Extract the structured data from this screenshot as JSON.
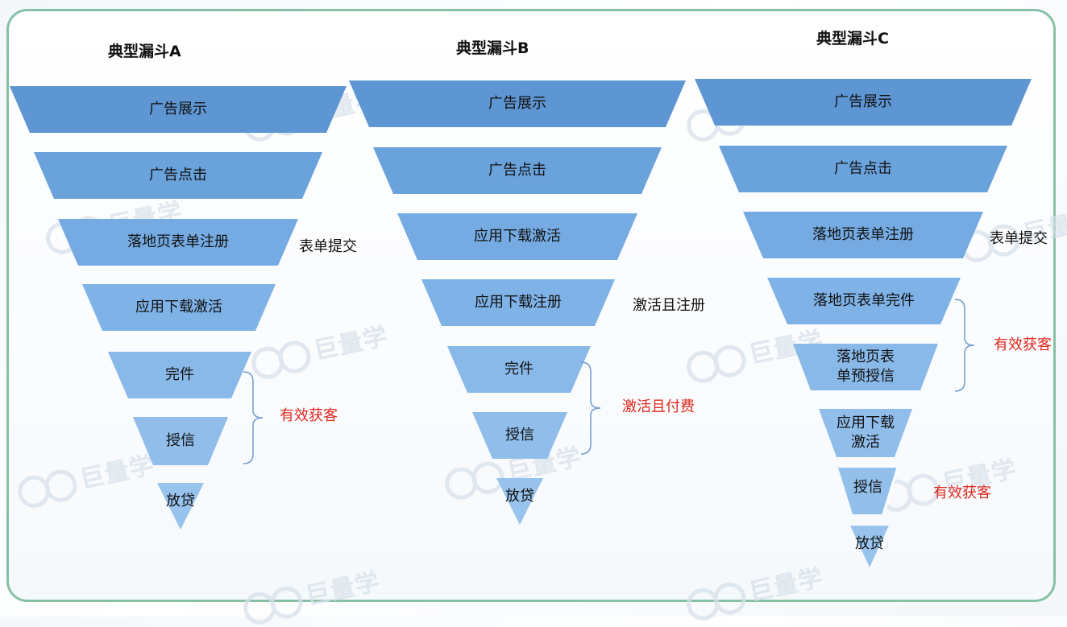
{
  "watermark": "巨量学",
  "colors": {
    "top": "#5e96d3",
    "mid": "#7aaee3",
    "low": "#93c0eb",
    "accent_red": "#e0291f",
    "border": "#86c0a5",
    "brace": "#6f9cd0"
  },
  "funnels": [
    {
      "title": "典型漏斗A",
      "stages": [
        "广告展示",
        "广告点击",
        "落地页表单注册",
        "应用下载激活",
        "完件",
        "授信",
        "放贷"
      ],
      "notes": [
        {
          "text": "表单提交",
          "color": "black"
        },
        {
          "text": "有效获客",
          "color": "red"
        }
      ]
    },
    {
      "title": "典型漏斗B",
      "stages": [
        "广告展示",
        "广告点击",
        "应用下载激活",
        "应用下载注册",
        "完件",
        "授信",
        "放贷"
      ],
      "notes": [
        {
          "text": "激活且注册",
          "color": "black"
        },
        {
          "text": "激活且付费",
          "color": "red"
        }
      ]
    },
    {
      "title": "典型漏斗C",
      "stages": [
        "广告展示",
        "广告点击",
        "落地页表单注册",
        "落地页表单完件",
        "落地页表\n单预授信",
        "应用下载\n激活",
        "授信",
        "放贷"
      ],
      "notes": [
        {
          "text": "表单提交",
          "color": "black"
        },
        {
          "text": "有效获客",
          "color": "red"
        },
        {
          "text": "有效获客",
          "color": "red"
        }
      ]
    }
  ]
}
